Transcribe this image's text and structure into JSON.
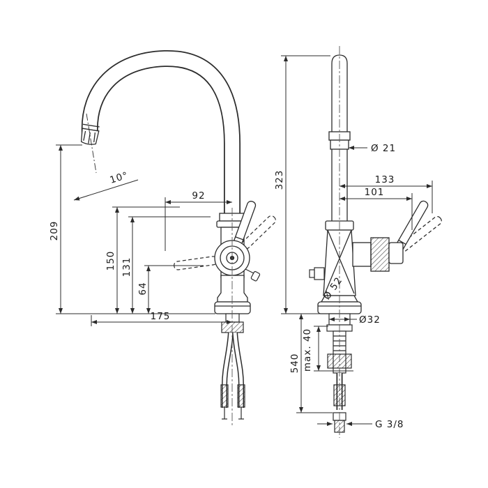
{
  "meta": {
    "background": "#ffffff",
    "line_color": "#2b2b2b"
  },
  "left_view": {
    "angle_label": "10°",
    "dim_92": "92",
    "dim_209": "209",
    "dim_150": "150",
    "dim_131": "131",
    "dim_64": "64",
    "dim_175": "175"
  },
  "right_view": {
    "dim_323": "323",
    "dim_diameter_21": "Ø 21",
    "dim_133": "133",
    "dim_101": "101",
    "dim_diameter_52": "Ø 52",
    "dim_diameter_32": "Ø32",
    "dim_540": "540",
    "dim_max40": "max. 40",
    "thread_label": "G 3/8"
  }
}
